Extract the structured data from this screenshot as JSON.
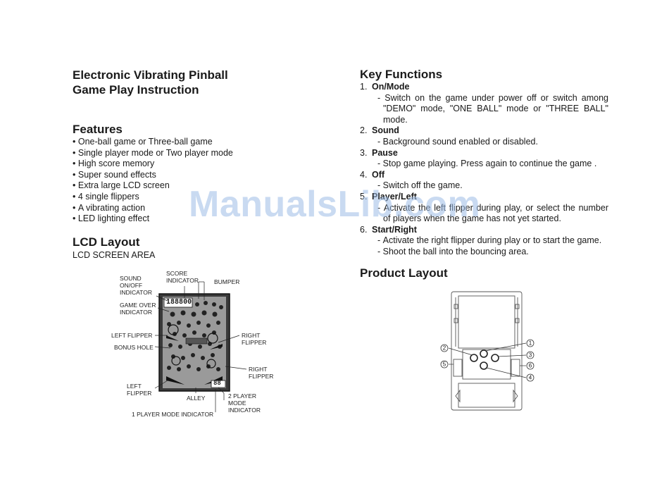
{
  "title": {
    "line1": "Electronic Vibrating Pinball",
    "line2": "Game Play Instruction"
  },
  "features": {
    "heading": "Features",
    "items": [
      "One-ball game or Three-ball game",
      "Single player mode or Two player mode",
      "High score memory",
      "Super sound effects",
      "Extra large LCD screen",
      "4 single flippers",
      "A vibrating action",
      "LED lighting effect"
    ]
  },
  "lcd": {
    "heading": "LCD Layout",
    "subheading": "LCD SCREEN AREA",
    "score_display": "188800",
    "player_display": "88",
    "labels": {
      "sound": "SOUND ON/OFF INDICATOR",
      "score": "SCORE INDICATOR",
      "bumper": "BUMPER",
      "game_over": "GAME OVER INDICATOR",
      "left_flipper_1": "LEFT FLIPPER",
      "bonus_hole": "BONUS HOLE",
      "right_flipper_1": "RIGHT FLIPPER",
      "right_flipper_2": "RIGHT FLIPPER",
      "left_flipper_2": "LEFT FLIPPER",
      "alley": "ALLEY",
      "two_player": "2 PLAYER MODE INDICATOR",
      "one_player": "1 PLAYER MODE INDICATOR"
    }
  },
  "key_functions": {
    "heading": "Key Functions",
    "items": [
      {
        "num": "1.",
        "title": "On/Mode",
        "desc": [
          "Switch on the game under power off or switch among \"DEMO\" mode, \"ONE BALL\" mode or \"THREE BALL\" mode."
        ]
      },
      {
        "num": "2.",
        "title": "Sound",
        "desc": [
          "Background sound enabled or disabled."
        ]
      },
      {
        "num": "3.",
        "title": "Pause",
        "desc": [
          "Stop game playing. Press again to continue the game ."
        ]
      },
      {
        "num": "4.",
        "title": "Off",
        "desc": [
          "Switch off the game."
        ]
      },
      {
        "num": "5.",
        "title": "Player/Left",
        "desc": [
          "Activate the left flipper during play, or select the number of players when the game has not yet started."
        ]
      },
      {
        "num": "6.",
        "title": "Start/Right",
        "desc": [
          "Activate the right flipper during play or to start the game.",
          "Shoot the ball into the bouncing area."
        ]
      }
    ]
  },
  "product": {
    "heading": "Product Layout",
    "callouts": [
      "1",
      "2",
      "3",
      "4",
      "5",
      "6"
    ]
  },
  "watermark": "ManualsLib.com"
}
